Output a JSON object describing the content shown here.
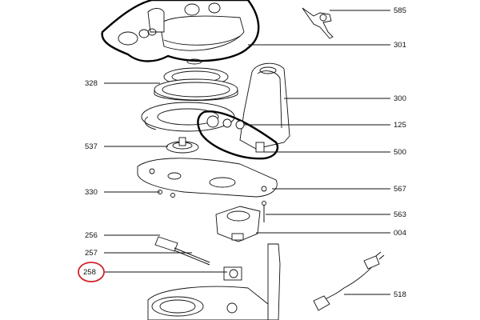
{
  "diagram": {
    "parts": [
      {
        "id": "p585",
        "label": "585"
      },
      {
        "id": "p301",
        "label": "301"
      },
      {
        "id": "p328",
        "label": "328"
      },
      {
        "id": "p300",
        "label": "300"
      },
      {
        "id": "p125",
        "label": "125"
      },
      {
        "id": "p537",
        "label": "537"
      },
      {
        "id": "p500",
        "label": "500"
      },
      {
        "id": "p330",
        "label": "330"
      },
      {
        "id": "p567",
        "label": "567"
      },
      {
        "id": "p563",
        "label": "563"
      },
      {
        "id": "p256",
        "label": "256"
      },
      {
        "id": "p004",
        "label": "004"
      },
      {
        "id": "p257",
        "label": "257"
      },
      {
        "id": "p258",
        "label": "258",
        "highlighted": true
      },
      {
        "id": "p518",
        "label": "518"
      }
    ],
    "highlight_color": "#d0262e",
    "line_color": "#111111"
  }
}
